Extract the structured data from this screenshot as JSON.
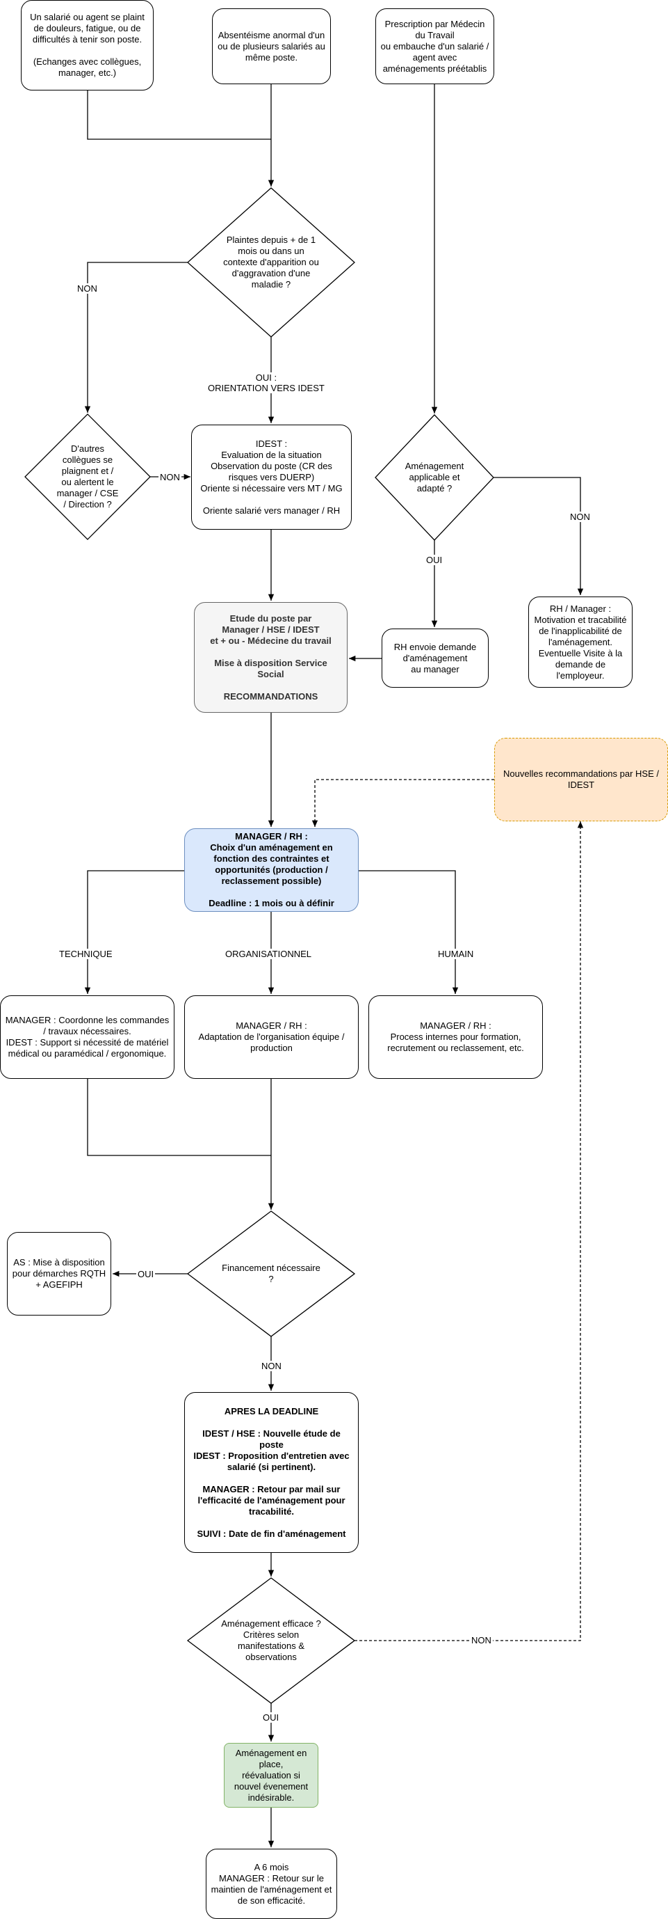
{
  "colors": {
    "stroke": "#000000",
    "gray_fill": "#f5f5f5",
    "blue_fill": "#dae8fc",
    "green_fill": "#d5e8d4",
    "orange_fill": "#ffe6cc",
    "orange_stroke": "#d79b00"
  },
  "nodes": {
    "start_employee": "Un salarié ou agent se plaint de douleurs, fatigue, ou de difficultés à tenir son poste.\n\n(Echanges avec collègues, manager, etc.)",
    "start_absenteeism": "Absentéisme anormal d'un ou de plusieurs salariés au même poste.",
    "start_prescription": "Prescription par Médecin du Travail\nou embauche d'un salarié / agent avec\naménagements préétablis",
    "decision_complaints": "Plaintes depuis + de 1\nmois ou dans un\ncontexte d'apparition ou\nd'aggravation d'une\nmaladie ?",
    "decision_colleagues": "D'autres\ncollègues se\nplaignent et /\nou alertent le\nmanager / CSE\n/ Direction ?",
    "idest_eval": "IDEST :\nEvaluation de la situation\nObservation du poste (CR des\nrisques vers DUERP)\nOriente si nécessaire vers MT / MG\n\nOriente salarié vers manager / RH",
    "decision_applicable": "Aménagement\napplicable et\nadapté ?",
    "rh_motivation": "RH / Manager :\nMotivation et tracabilité\nde l'inapplicabilité de\nl'aménagement.\nEventuelle Visite à la\ndemande de\nl'employeur.",
    "study": "Etude du poste par\nManager / HSE / IDEST\net + ou - Médecine du travail\n\nMise à disposition Service\nSocial\n\nRECOMMANDATIONS",
    "rh_request": "RH envoie demande\nd'aménagement\nau manager",
    "new_recommendations": "Nouvelles recommandations par HSE / IDEST",
    "manager_choice": "MANAGER / RH :\nChoix d'un aménagement en\nfonction des contraintes et\nopportunités (production /\nreclassement possible)\n\nDeadline : 1 mois ou à définir",
    "technique": "MANAGER : Coordonne les commandes / travaux nécessaires.\nIDEST : Support si nécessité de matériel médical ou paramédical / ergonomique.",
    "organisationnel": "MANAGER / RH :\nAdaptation de l'organisation équipe / production",
    "humain": "MANAGER / RH :\nProcess internes pour formation, recrutement ou reclassement, etc.",
    "decision_financing": "Financement nécessaire\n?",
    "as_support": "AS : Mise à disposition pour démarches RQTH + AGEFIPH",
    "after_deadline": "APRES LA DEADLINE\n\nIDEST / HSE : Nouvelle étude de poste\nIDEST : Proposition d'entretien avec salarié (si pertinent).\n\nMANAGER : Retour par mail sur l'efficacité de l'aménagement pour tracabilité.\n\nSUIVI : Date de fin d'aménagement",
    "decision_effective": "Aménagement efficace ?\nCritères selon\nmanifestations &\nobservations",
    "in_place": "Aménagement en place,\nréévaluation si nouvel évenement indésirable.",
    "six_months": "A 6 mois\nMANAGER : Retour sur le maintien de l'aménagement et de son efficacité."
  },
  "edge_labels": {
    "complaints_no": "NON",
    "complaints_yes": "OUI :\nORIENTATION VERS IDEST",
    "colleagues_no": "NON",
    "applicable_no": "NON",
    "applicable_yes": "OUI",
    "technique": "TECHNIQUE",
    "organisationnel": "ORGANISATIONNEL",
    "humain": "HUMAIN",
    "financing_yes": "OUI",
    "financing_no": "NON",
    "effective_no": "NON",
    "effective_yes": "OUI"
  }
}
